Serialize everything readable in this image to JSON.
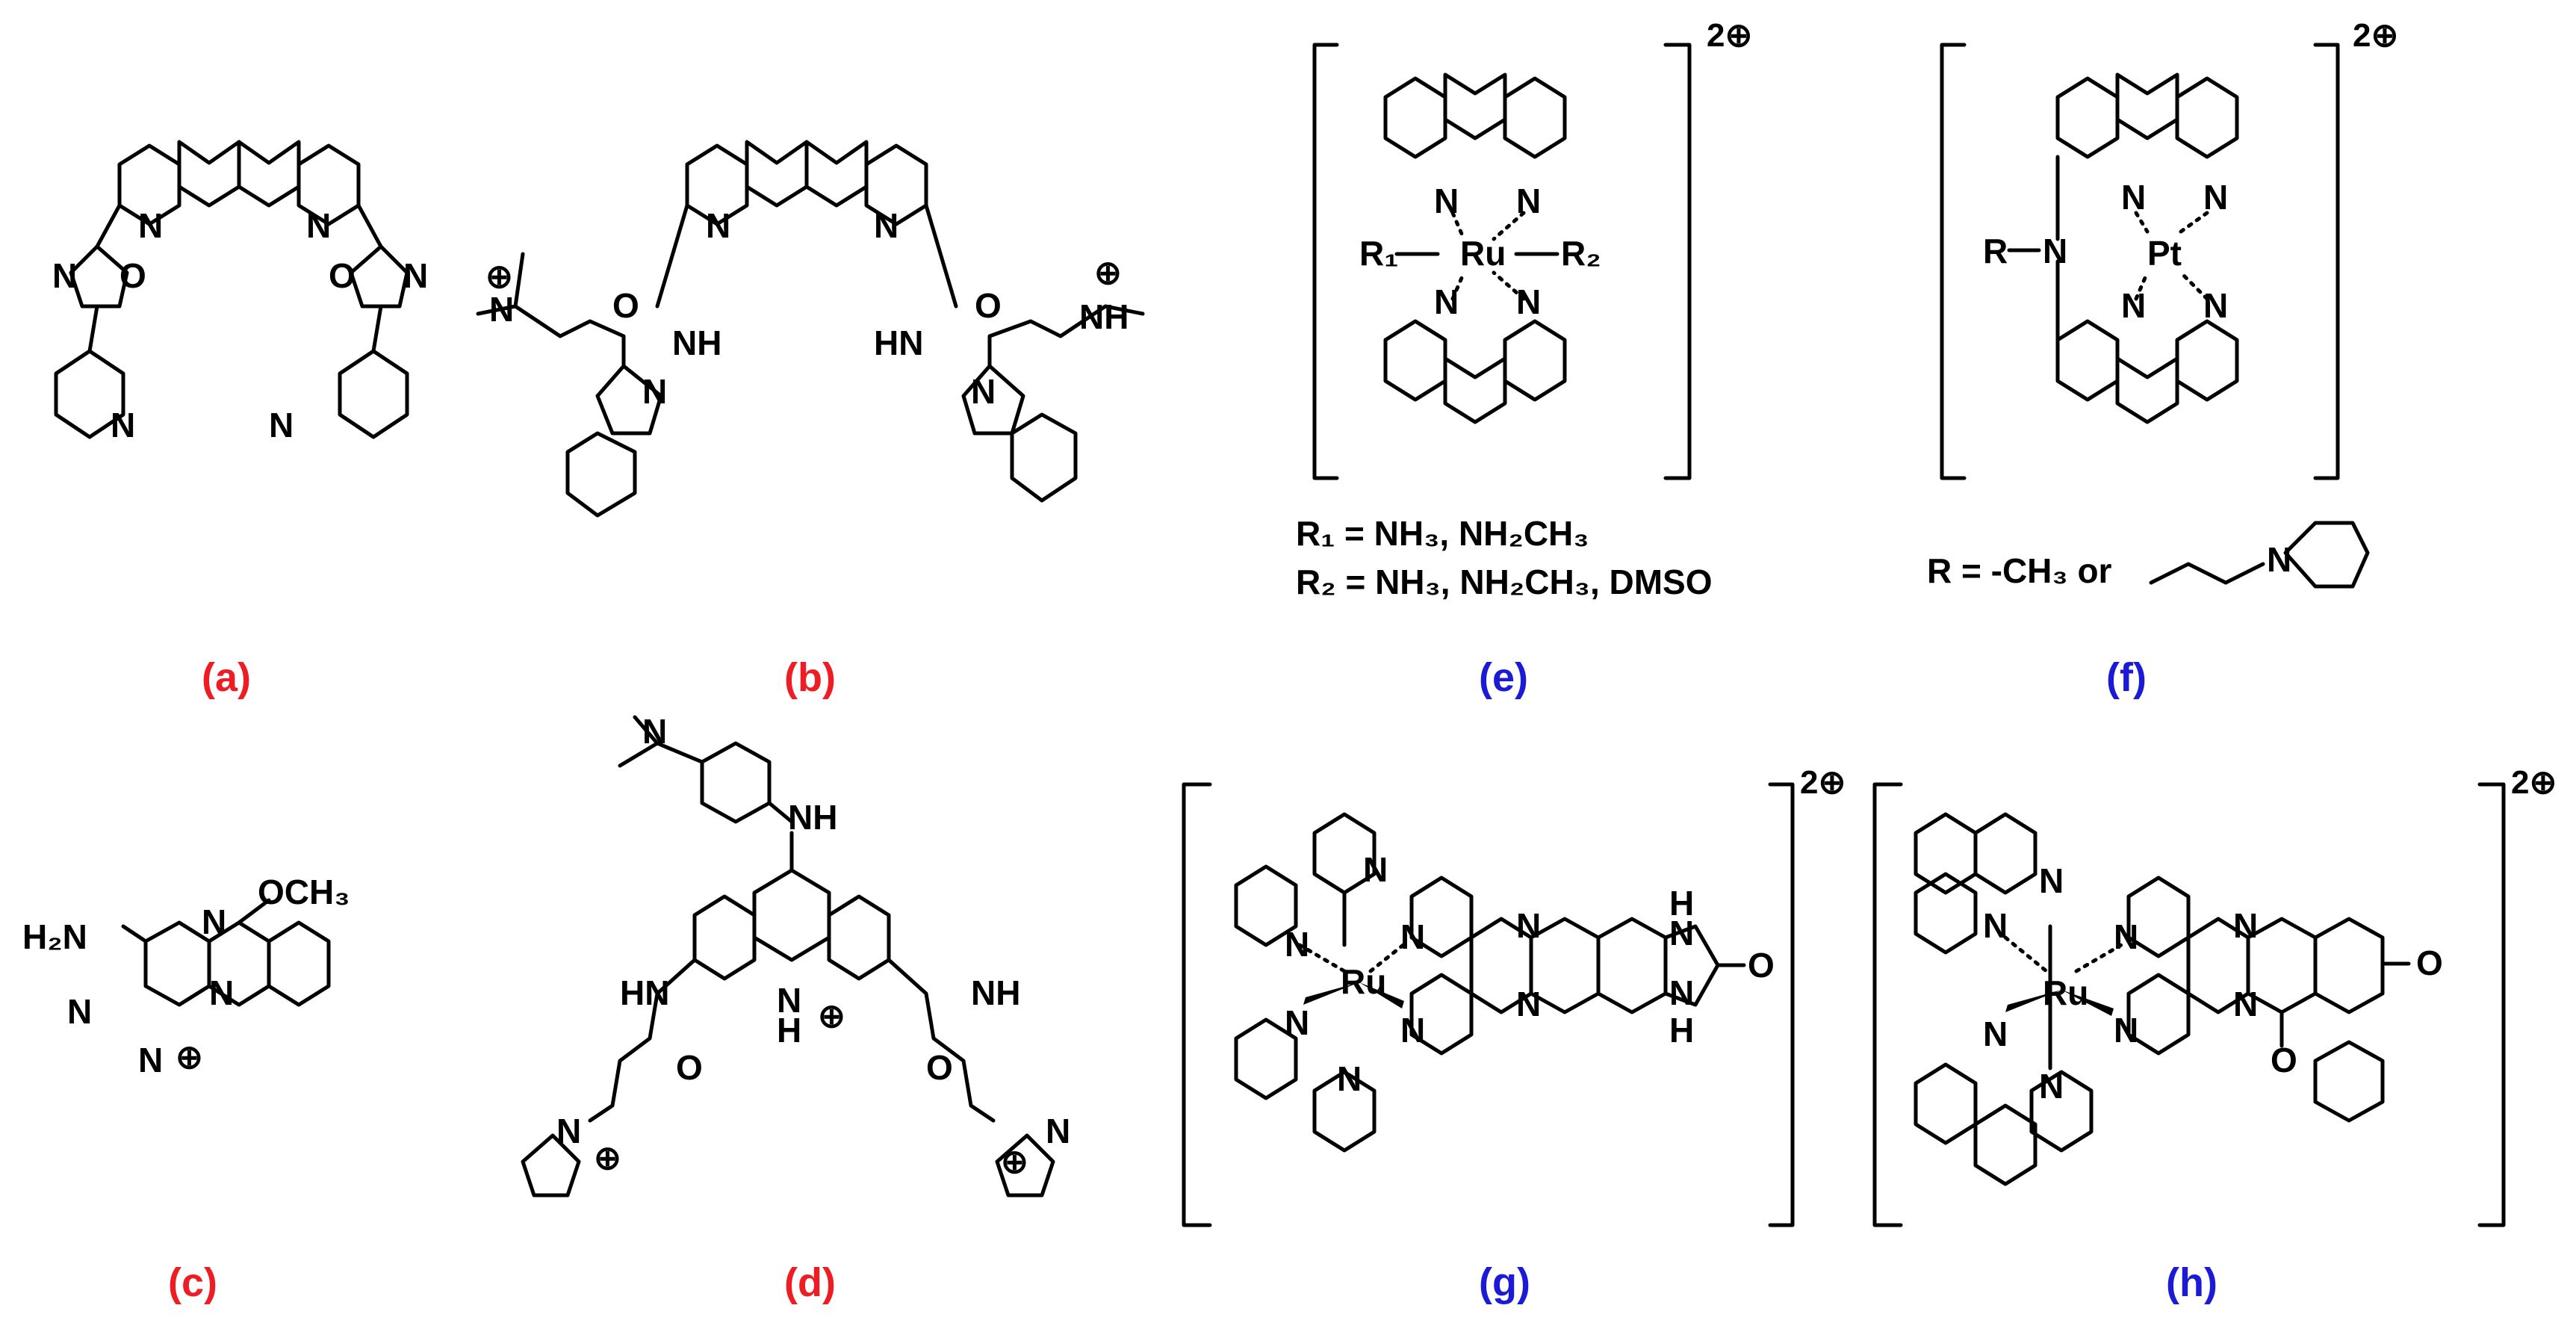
{
  "colors": {
    "panel_red": "#ee1c23",
    "panel_blue": "#1b1bd6",
    "ink": "#000000"
  },
  "panels": {
    "a": {
      "label": "(a)",
      "color": "red"
    },
    "b": {
      "label": "(b)",
      "color": "red"
    },
    "c": {
      "label": "(c)",
      "color": "red"
    },
    "d": {
      "label": "(d)",
      "color": "red"
    },
    "e": {
      "label": "(e)",
      "color": "blue",
      "charge": "2⊕",
      "note1": "R₁ = NH₃, NH₂CH₃",
      "note2": "R₂ = NH₃, NH₂CH₃, DMSO"
    },
    "f": {
      "label": "(f)",
      "color": "blue",
      "charge": "2⊕",
      "note": "R = -CH₃ or"
    },
    "g": {
      "label": "(g)",
      "color": "blue",
      "charge": "2⊕"
    },
    "h": {
      "label": "(h)",
      "color": "blue",
      "charge": "2⊕"
    }
  },
  "atoms": {
    "N": "N",
    "O": "O",
    "NH": "NH",
    "HN": "HN",
    "H": "H",
    "Ru": "Ru",
    "Pt": "Pt",
    "R": "R",
    "R1": "R₁",
    "R2": "R₂",
    "H2N": "H₂N",
    "OCH3": "OCH₃",
    "NH_plus": "NH",
    "plus": "⊕"
  }
}
